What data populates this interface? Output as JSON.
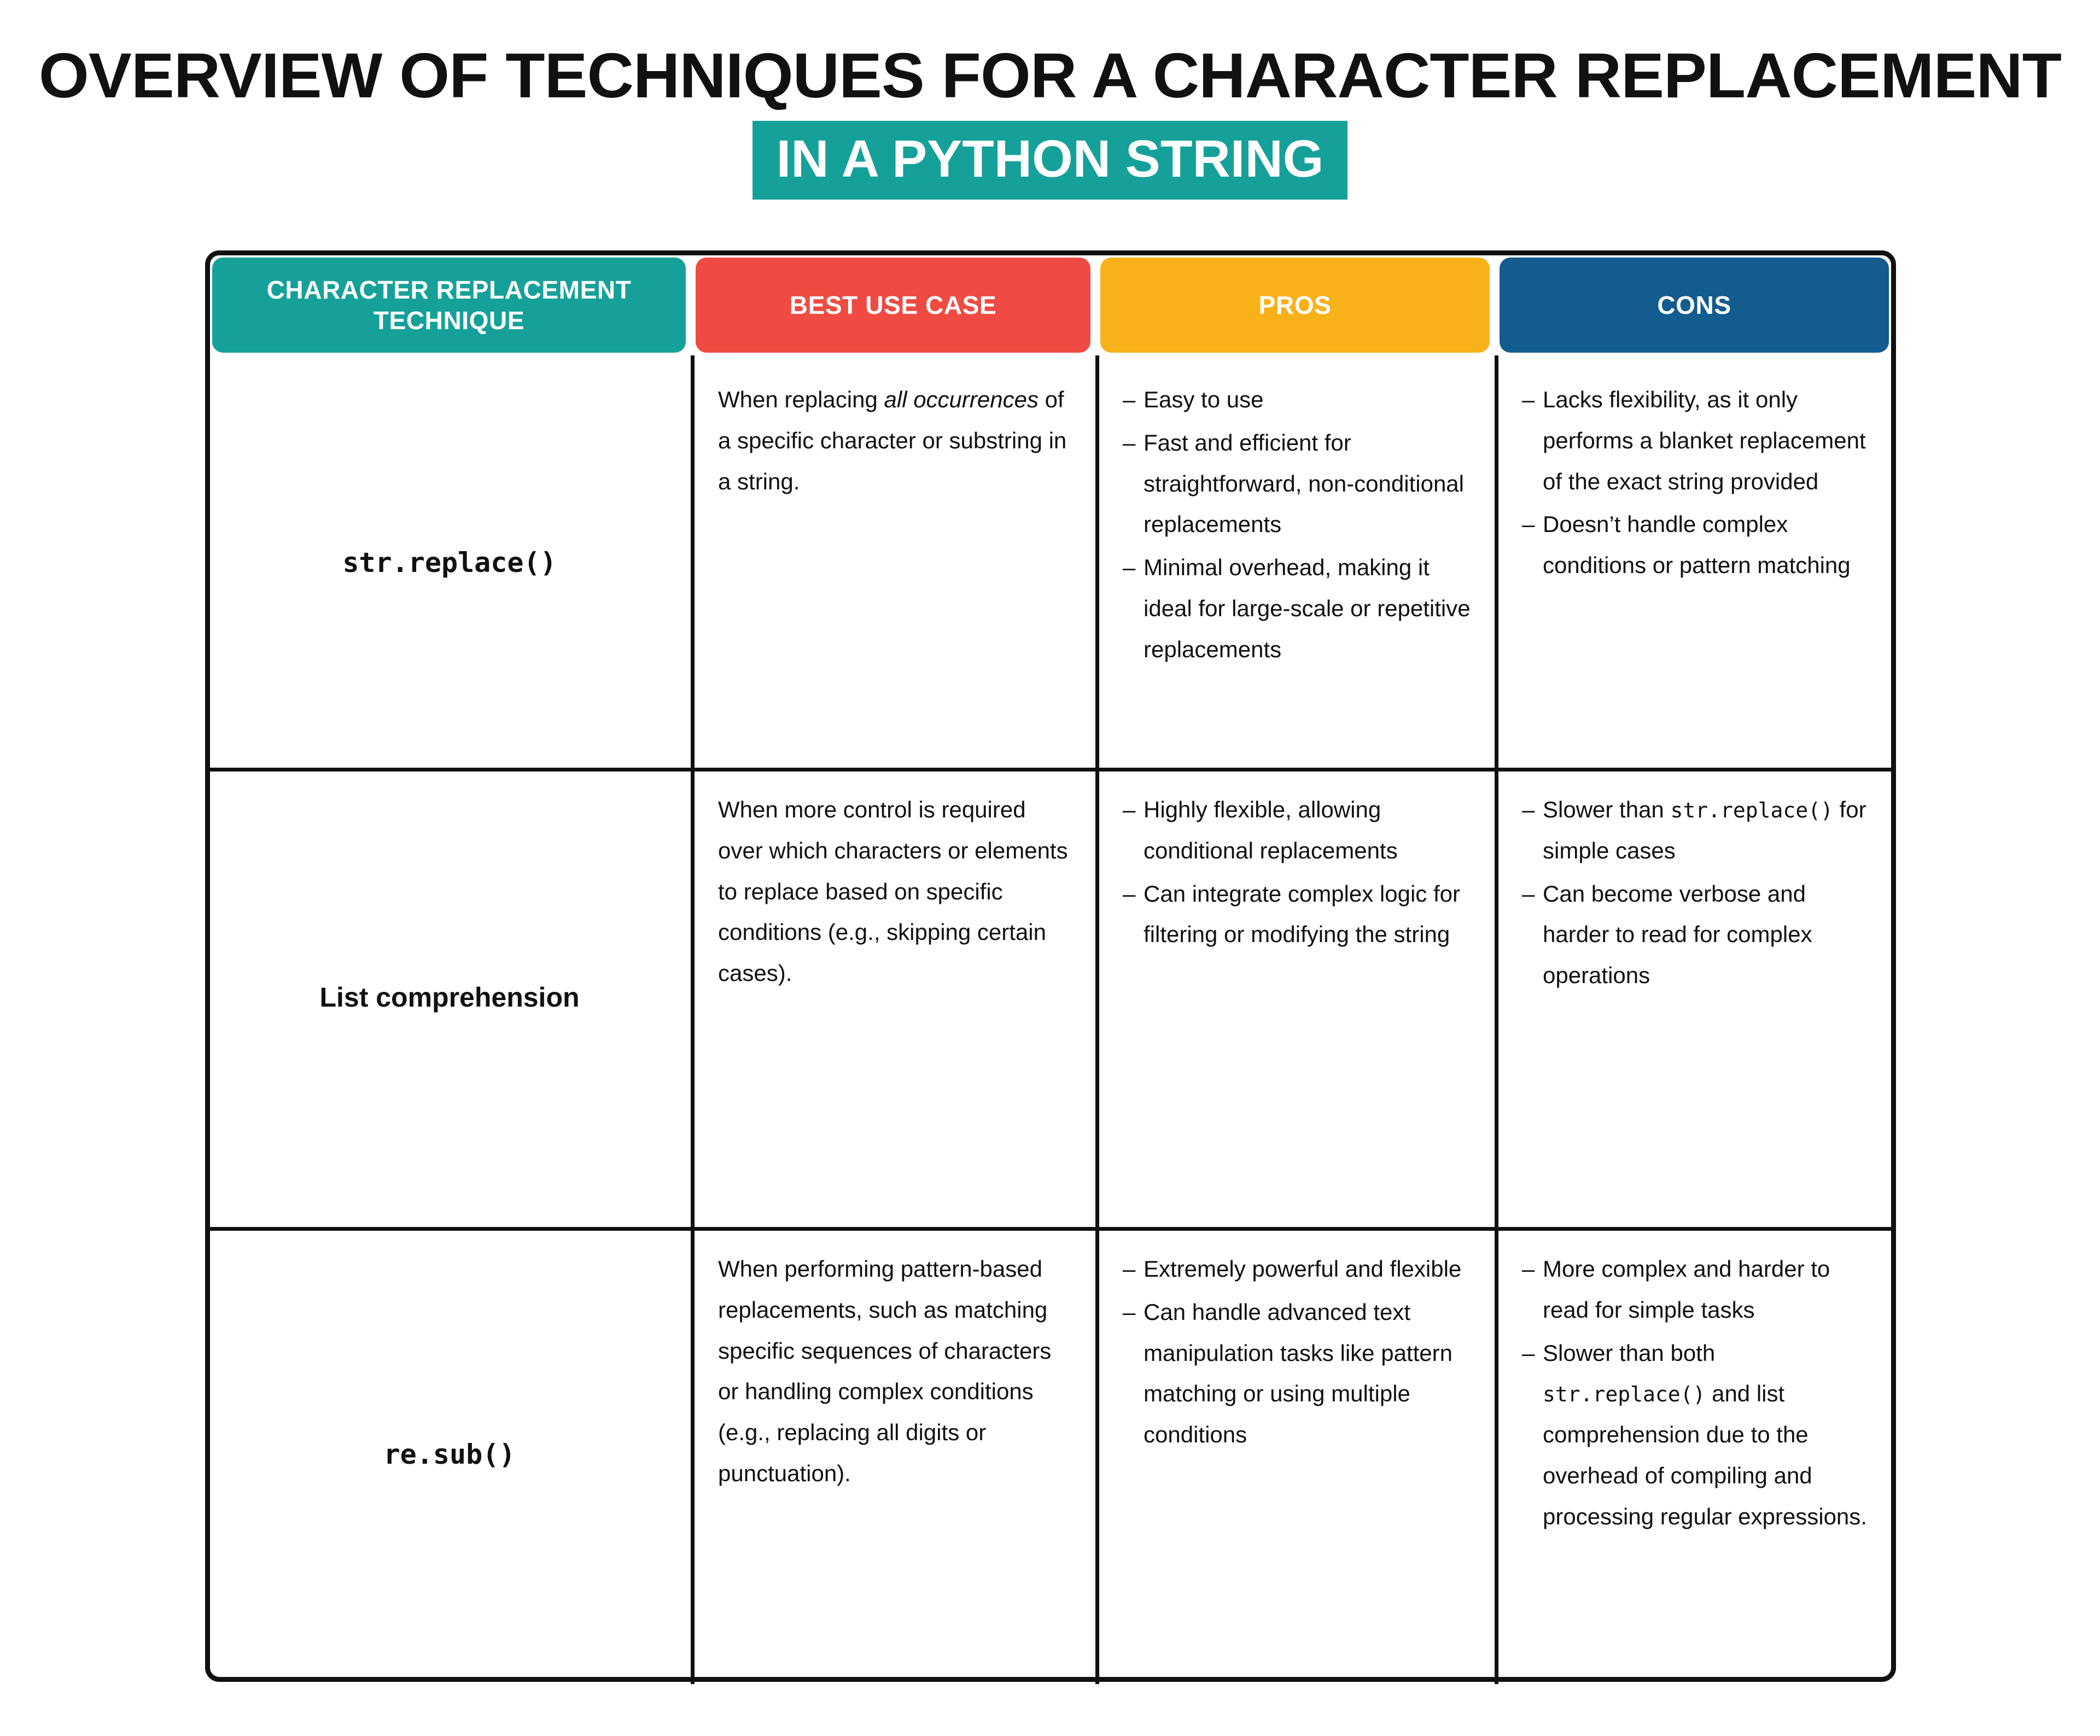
{
  "title": {
    "line1": "Overview of Techniques for a Character Replacement",
    "line2": "In a Python String",
    "highlight_color": "#15A199"
  },
  "table": {
    "columns": [
      {
        "label": "Character Replacement Technique",
        "color": "#15A199",
        "name": "technique"
      },
      {
        "label": "Best Use Case",
        "color": "#EF4B43",
        "name": "best-use-case"
      },
      {
        "label": "Pros",
        "color": "#F9B119",
        "name": "pros"
      },
      {
        "label": "Cons",
        "color": "#125C8F",
        "name": "cons"
      }
    ],
    "rows": [
      {
        "technique": "str.replace()",
        "technique_style": "mono",
        "best_use_case_pre": "When replacing ",
        "best_use_case_em": "all occurrences",
        "best_use_case_post": " of a specific character or substring in a string.",
        "pros": [
          "Easy to use",
          "Fast and efficient for straightforward, non-conditional replacements",
          "Minimal overhead, making it ideal for large-scale or repetitive replacements"
        ],
        "cons": [
          "Lacks flexibility, as it only performs a blanket replacement of the exact string provided",
          "Doesn’t handle complex conditions or pattern matching"
        ]
      },
      {
        "technique": "List comprehension",
        "technique_style": "sans-bold",
        "best_use_case_pre": "When more control is required over which characters or elements to replace based on specific conditions (e.g., skipping certain cases).",
        "best_use_case_em": "",
        "best_use_case_post": "",
        "pros": [
          "Highly flexible, allowing conditional replacements",
          "Can integrate complex logic for filtering or modifying the string"
        ],
        "cons_rich": [
          {
            "pre": "Slower than ",
            "code": "str.replace()",
            "post": " for simple cases"
          },
          {
            "pre": "Can become verbose and harder to read for complex operations",
            "code": "",
            "post": ""
          }
        ]
      },
      {
        "technique": "re.sub()",
        "technique_style": "mono",
        "best_use_case_pre": "When performing pattern-based replacements, such as matching specific sequences of characters or handling complex conditions (e.g., replacing all digits or punctuation).",
        "best_use_case_em": "",
        "best_use_case_post": "",
        "pros": [
          "Extremely powerful and flexible",
          "Can handle advanced text manipulation tasks like pattern matching or using multiple conditions"
        ],
        "cons_rich": [
          {
            "pre": "More complex and harder to read for simple tasks",
            "code": "",
            "post": ""
          },
          {
            "pre": "Slower than both ",
            "code": "str.replace()",
            "post": " and list comprehension due to the overhead of compiling and processing regular expressions."
          }
        ]
      }
    ]
  }
}
